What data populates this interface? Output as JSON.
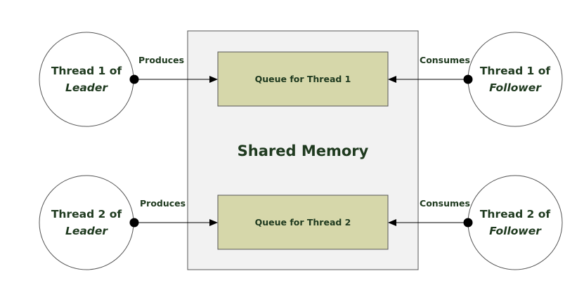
{
  "shared_memory": {
    "label": "Shared Memory"
  },
  "queues": [
    {
      "label": "Queue for Thread 1"
    },
    {
      "label": "Queue for Thread 2"
    }
  ],
  "leader_threads": [
    {
      "line1": "Thread 1 of",
      "line2": "Leader"
    },
    {
      "line1": "Thread 2 of",
      "line2": "Leader"
    }
  ],
  "follower_threads": [
    {
      "line1": "Thread 1 of",
      "line2": "Follower"
    },
    {
      "line1": "Thread 2 of",
      "line2": "Follower"
    }
  ],
  "edges": {
    "produces": [
      "Produces",
      "Produces"
    ],
    "consumes": [
      "Consumes",
      "Consumes"
    ]
  },
  "colors": {
    "shared_fill": "#f2f2f2",
    "queue_fill": "#d6d7aa",
    "text": "#1f3a1f",
    "stroke": "#000000"
  }
}
